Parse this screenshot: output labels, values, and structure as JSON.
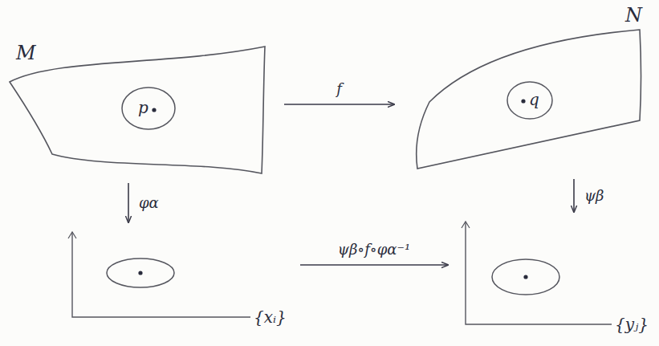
{
  "diagram": {
    "nodes": [
      {
        "text": [
          "M"
        ]
      },
      {
        "text": [
          "p"
        ],
        "in": 0
      },
      {
        "text": [
          "N"
        ]
      },
      {
        "text": [
          "q"
        ],
        "in": 2
      },
      {
        "text": [
          "{xᵢ}"
        ]
      },
      {
        "text": [
          "{yⱼ}"
        ]
      }
    ],
    "edges": [
      {
        "from": 0,
        "to": 2,
        "arrow": "to",
        "label": "f"
      },
      {
        "from": 0,
        "to": 4,
        "arrow": "to",
        "label": "φα"
      },
      {
        "from": 2,
        "to": 5,
        "arrow": "to",
        "label": "ψβ"
      },
      {
        "from": 4,
        "to": 5,
        "arrow": "to",
        "label": "ψβ∘f∘φα⁻¹"
      }
    ]
  }
}
